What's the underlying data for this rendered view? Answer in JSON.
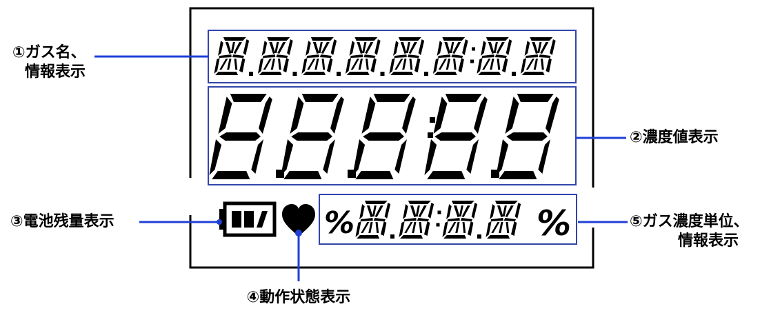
{
  "labels": {
    "gas_name": {
      "line1": "①ガス名、",
      "line2": "情報表示"
    },
    "concentration": {
      "line1": "②濃度値表示"
    },
    "battery": {
      "line1": "③電池残量表示"
    },
    "status": {
      "line1": "④動作状態表示"
    },
    "gas_unit": {
      "line1": "⑤ガス濃度単位、",
      "line2": "情報表示"
    }
  },
  "lcd": {
    "top_row_digits": 8,
    "main_row_digits": 5,
    "bottom_row_digits": 4,
    "unit_left_symbol": "%",
    "unit_right_symbol": "%",
    "battery_icon": "battery-icon",
    "status_icon": "heart-icon"
  },
  "colors": {
    "frame": "#000000",
    "segment_box": "#3344aa",
    "leader_line": "#1f3fd6",
    "segment": "#000000"
  }
}
